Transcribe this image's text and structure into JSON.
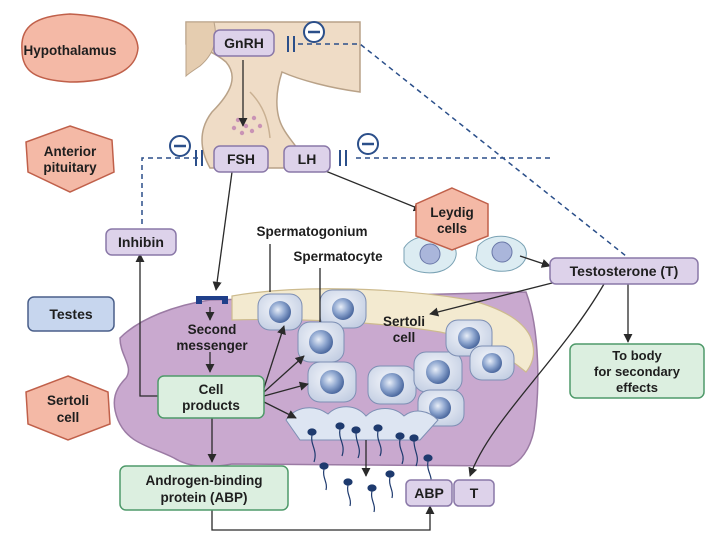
{
  "regions": {
    "hypothalamus": "Hypothalamus",
    "anterior_pituitary_line1": "Anterior",
    "anterior_pituitary_line2": "pituitary",
    "testes": "Testes",
    "sertoli_cell_line1": "Sertoli",
    "sertoli_cell_line2": "cell"
  },
  "hormones": {
    "gnrh": "GnRH",
    "fsh": "FSH",
    "lh": "LH",
    "inhibin": "Inhibin",
    "testosterone": "Testosterone (T)",
    "abp": "ABP",
    "t": "T"
  },
  "cells": {
    "leydig_line1": "Leydig",
    "leydig_line2": "cells",
    "spermatogonium": "Spermatogonium",
    "spermatocyte": "Spermatocyte",
    "sertoli_inner_line1": "Sertoli",
    "sertoli_inner_line2": "cell"
  },
  "process": {
    "second_messenger_line1": "Second",
    "second_messenger_line2": "messenger",
    "cell_products_line1": "Cell",
    "cell_products_line2": "products",
    "abp_full_line1": "Androgen-binding",
    "abp_full_line2": "protein (ABP)",
    "secondary_line1": "To body",
    "secondary_line2": "for secondary",
    "secondary_line3": "effects"
  },
  "symbols": {
    "inhibit": "⊖"
  },
  "colors": {
    "region_label_fill": "#f4b9a6",
    "region_label_stroke": "#c0604a",
    "hormone_box_fill": "#ddd2ea",
    "hormone_box_stroke": "#8a78a8",
    "product_box_fill": "#dcefe0",
    "product_box_stroke": "#4f9a6a",
    "testes_box_fill": "#c7d6ee",
    "tubule_fill": "#c9a9cf",
    "lumen_fill": "#f3ead0",
    "pituitary_fill": "#efdcc6"
  }
}
